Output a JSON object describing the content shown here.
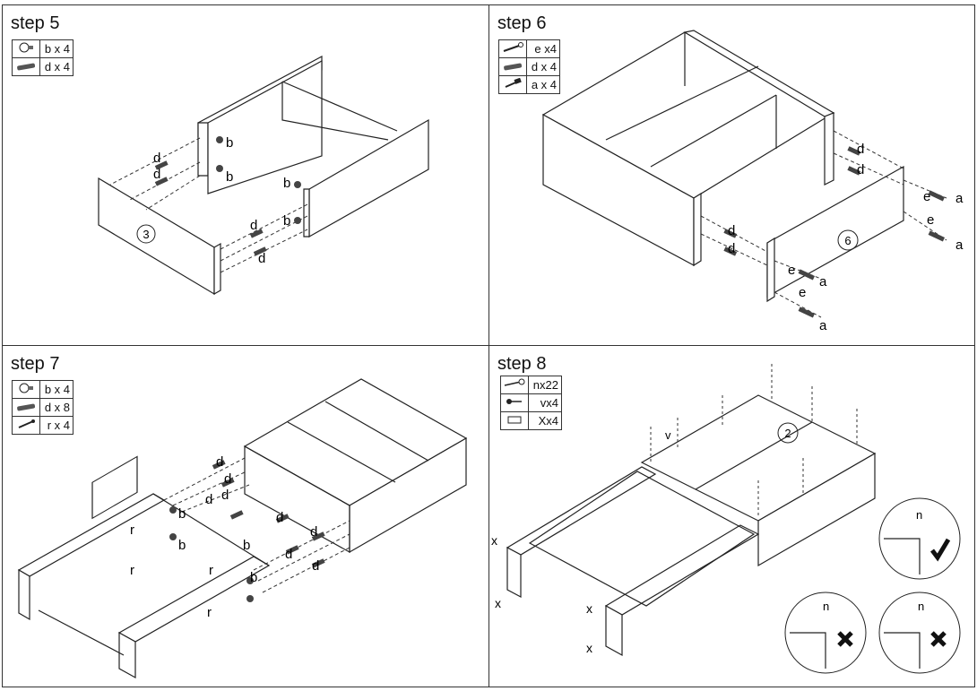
{
  "steps": [
    {
      "title": "step 5",
      "parts": [
        "b x 4",
        "d x 4"
      ],
      "panel_number": "3",
      "labels": [
        "d",
        "d",
        "b",
        "b",
        "b",
        "b",
        "d",
        "d"
      ]
    },
    {
      "title": "step 6",
      "parts": [
        "e x4",
        "d x 4",
        "a x 4"
      ],
      "panel_number": "6",
      "labels": [
        "d",
        "d",
        "e",
        "a",
        "e",
        "a",
        "d",
        "d",
        "e",
        "a",
        "e",
        "a"
      ]
    },
    {
      "title": "step 7",
      "parts": [
        "b x 4",
        "d x 8",
        "r x 4"
      ],
      "labels": [
        "d",
        "d",
        "d",
        "d",
        "b",
        "b",
        "r",
        "r",
        "r",
        "b",
        "r",
        "b",
        "d",
        "d",
        "d",
        "d"
      ]
    },
    {
      "title": "step 8",
      "parts": [
        "nx22",
        "vx4",
        "Xx4"
      ],
      "panel_number": "2",
      "labels": [
        "n",
        "v",
        "x",
        "x",
        "x",
        "x"
      ]
    }
  ]
}
